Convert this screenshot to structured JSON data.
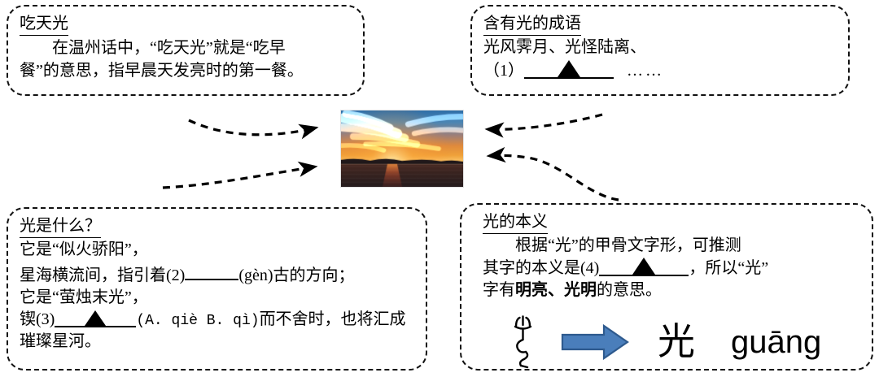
{
  "page": {
    "title": "语文学习任务单 — 光",
    "background": "#ffffff"
  },
  "cards": {
    "chitianguang": {
      "title": "吃天光",
      "paragraph": "在温州话中，“吃天光”就是“吃早餐”的意思，指早晨天发亮时的第一餐。",
      "lines": [
        "　　在温州话中，“吃天光”就是“吃早",
        "餐”的意思，指早晨天发亮时的第一餐。"
      ]
    },
    "chengyu": {
      "title": "含有光的成语",
      "line1": "光风霁月、光怪陆离、",
      "blank_number": "（1）",
      "blank_marker": "triangle",
      "ellipsis": "……"
    },
    "guangshi": {
      "title": "光是什么？",
      "lines": [
        "它是“似火骄阳”，",
        "星海横流间，指引着(2)______(gèn)古的方向；",
        "它是“萤烛末光”，",
        "锲(3)___▲___(A. qiè B. qì)而不舍时，也将汇成",
        "璀璨星河。"
      ],
      "line2_prefix": "星海横流间，指引着",
      "line2_num": "(2)",
      "line2_pinyin": "(gèn)",
      "line2_suffix": "古的方向；",
      "line4_prefix": "锲",
      "line4_num": "(3)",
      "line4_options": "(A. qiè  B. qì)",
      "line4_suffix": "而不舍时，也将汇成"
    },
    "benyi": {
      "title": "光的本义",
      "para_part1": "　　根据“光”的甲骨文字形，可推测",
      "para_part2_prefix": "其字的本义是",
      "para_part2_num": "(4)",
      "para_part2_suffix": "，所以“光”",
      "para_part3_prefix": "字有",
      "para_part3_bold": "明亮、光明",
      "para_part3_suffix": "的意思。",
      "glyph_row": {
        "oracle_label": "oracle-bone-guang",
        "arrow_label": "blue-right-arrow",
        "character": "光",
        "pinyin": "guāng"
      }
    }
  },
  "photo": {
    "alt": "海上日出晚霞风景照",
    "description": "橙红色霞光的日落水面照片"
  },
  "connectors": [
    {
      "name": "chitianguang-to-photo",
      "direction": "right"
    },
    {
      "name": "guangshi-to-photo",
      "direction": "right"
    },
    {
      "name": "chengyu-to-photo",
      "direction": "left"
    },
    {
      "name": "benyi-to-photo",
      "direction": "left"
    }
  ],
  "colors": {
    "arrow_blue_fill": "#4a7ebb",
    "arrow_blue_stroke": "#2e5a8e",
    "line_black": "#111111",
    "text_black": "#000000"
  }
}
